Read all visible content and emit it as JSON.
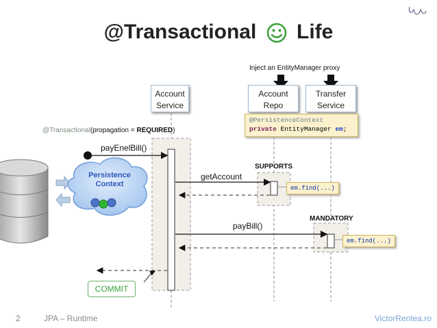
{
  "slide": {
    "title_pre": "@Transactional",
    "title_post": "Life",
    "inject_label": "Inject an EntityManager proxy",
    "services": [
      {
        "line1": "Account",
        "line2": "Service"
      },
      {
        "line1": "Account",
        "line2": "Repo"
      },
      {
        "line1": "Transfer",
        "line2": "Service"
      }
    ],
    "code_line1": "@PersistenceContext",
    "code_kw": "private",
    "code_type": " EntityManager ",
    "code_field": "em",
    "code_end": ";",
    "tx_anno": "@Transactional",
    "tx_open": "(propagation = ",
    "tx_value": "REQUIRED",
    "tx_close": ")",
    "pay_enel": "payEnelBill()",
    "pc_line1": "Persistence",
    "pc_line2": "Context",
    "get_account": "getAccount",
    "supports": "SUPPORTS",
    "find1": "em.find(...)",
    "pay_bill": "payBill()",
    "mandatory": "MANDATORY",
    "find2": "em.find(...)",
    "commit": "COMMIT",
    "footer_num": "2",
    "footer_text": "JPA – Runtime",
    "footer_author": "VictorRentea.ro"
  }
}
